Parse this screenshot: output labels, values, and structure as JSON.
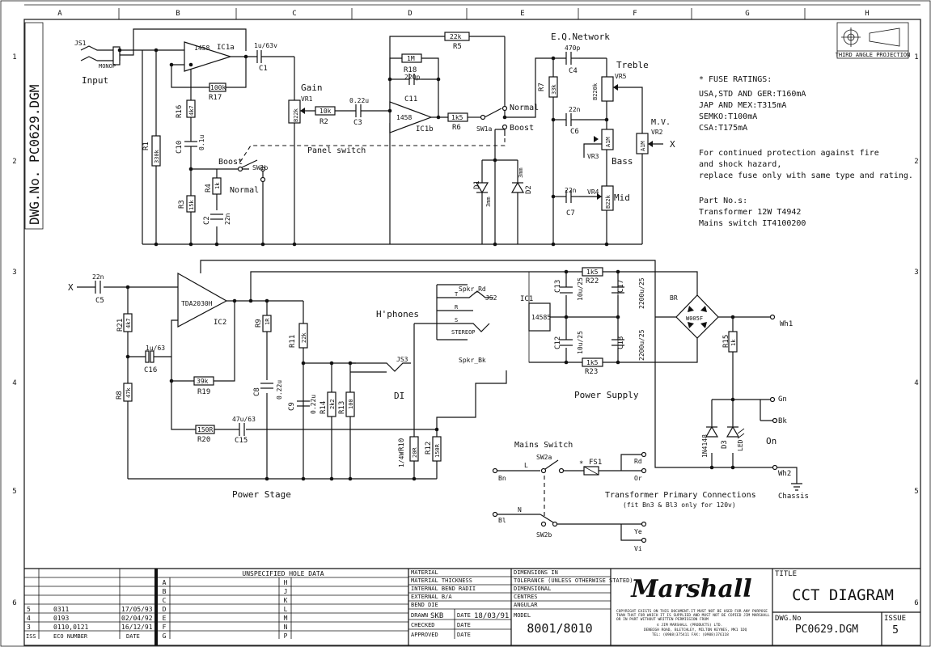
{
  "border": {
    "cols": [
      "A",
      "B",
      "C",
      "D",
      "E",
      "F",
      "G",
      "H"
    ],
    "rows": [
      "1",
      "2",
      "3",
      "4",
      "5",
      "6"
    ]
  },
  "dwg_side": "DWG.No.  PC0629.DGM",
  "projection_label": "THIRD ANGLE PROJECTION",
  "sections": {
    "input": "Input",
    "mono": "MONOP",
    "gain": "Gain",
    "panel_switch": "Panel switch",
    "boost": "Boost",
    "normal": "Normal",
    "eq_network": "E.Q.Network",
    "treble": "Treble",
    "bass": "Bass",
    "mid": "Mid",
    "mv": "M.V.",
    "hphones": "H'phones",
    "di": "DI",
    "power_stage": "Power Stage",
    "power_supply": "Power Supply",
    "mains_switch": "Mains Switch",
    "chassis": "Chassis",
    "on": "On",
    "transformer_title": "Transformer Primary Connections",
    "transformer_note": "(fit Bn3 & Bl3 only for 120v)"
  },
  "components": {
    "JS1": "JS1",
    "JS2": "JS2",
    "JS3": "JS3",
    "IC1a": "IC1a",
    "IC1b": "IC1b",
    "IC1": "IC1",
    "IC2": "IC2",
    "ic_1458": "1458",
    "ic_14585": "14585",
    "ic_tda": "TDA2030H",
    "C1": "C1",
    "C1v": "1u/63v",
    "R17": "R17",
    "R17v": "100k",
    "R16": "R16",
    "R16v": "4k7",
    "C10": "C10",
    "C10v": "0.1u",
    "R1": "R1",
    "R1v": "330k",
    "R3": "R3",
    "R3v": "15k",
    "R4": "R4",
    "R4v": "1k",
    "C2": "C2",
    "C2v": "22n",
    "SW1b": "SW1b",
    "SW1a": "SW1a",
    "VR1": "VR1",
    "VR1v": "B22k",
    "R2": "R2",
    "R2v": "10k",
    "C3": "C3",
    "C3v": "0.22u",
    "R5": "R5",
    "R5v": "22k",
    "R18": "R18",
    "R18v": "1M",
    "C11": "C11",
    "C11v": "220p",
    "R6": "R6",
    "R6v": "1k5",
    "D1": "D1",
    "D2": "D2",
    "dv": "3mm",
    "C4": "C4",
    "C4v": "470p",
    "R7": "R7",
    "R7v": "33k",
    "VR5": "VR5",
    "VR5v": "B220k",
    "C6": "C6",
    "C6v": "22n",
    "VR3": "VR3",
    "VR3v": "A1M",
    "VR4": "VR4",
    "VR4v": "B22k",
    "C7": "C7",
    "C7v": "22n",
    "VR2": "VR2",
    "VR2v": "A1M",
    "X": "X",
    "C5": "C5",
    "C5v": "22n",
    "R21": "R21",
    "R21v": "4k7",
    "C16": "C16",
    "C16v": "1u/63",
    "R8": "R8",
    "R8v": "47k",
    "R19": "R19",
    "R19v": "39k",
    "R20": "R20",
    "R20v": "150R",
    "C15": "C15",
    "C15v": "47u/63",
    "R9": "R9",
    "R9v": "1R",
    "C8": "C8",
    "C8v": "0.22u",
    "R11": "R11",
    "R11v": "22k",
    "C9": "C9",
    "C9v": "0.22u",
    "R14": "R14",
    "R14v": "2k2",
    "R13": "R13",
    "R13v": "100",
    "R10": "R10",
    "R10v": "20R",
    "R10p": "1/4W",
    "R12": "R12",
    "R12v": "150R",
    "spkr_rd": "Spkr_Rd",
    "spkr_bk": "Spkr_Bk",
    "stereo": "STEREOP",
    "pin_t": "T",
    "pin_r": "R",
    "pin_s": "S",
    "C13": "C13",
    "C13v": "10u/25",
    "C12": "C12",
    "C12v": "10u/25",
    "R22": "R22",
    "R22v": "1k5",
    "R23": "R23",
    "R23v": "1k5",
    "C17": "C17",
    "C17v": "2200u/25",
    "C18": "C18",
    "C18v": "2200u/25",
    "BR": "BR",
    "BRv": "W005F",
    "R15": "R15",
    "R15v": "1k",
    "D3": "D3",
    "D3v": "1N4148",
    "LED": "LED",
    "FS1": "FS1",
    "SW2a": "SW2a",
    "SW2b": "SW2b",
    "L": "L",
    "N": "N",
    "Bn": "Bn",
    "Bl": "Bl",
    "Rd": "Rd",
    "Or": "Or",
    "Ye": "Ye",
    "Vi": "Vi",
    "Wh1": "Wh1",
    "Wh2": "Wh2",
    "Gn": "Gn",
    "Bk": "Bk"
  },
  "fuse_notes": {
    "title": "* FUSE RATINGS:",
    "lines": [
      "USA,STD AND GER:T160mA",
      "JAP AND MEX:T315mA",
      "SEMKO:T100mA",
      "CSA:T175mA"
    ],
    "warn": [
      "For continued protection against fire",
      "and shock hazard,",
      "replace fuse only with same type and rating."
    ],
    "parts_title": "Part No.s:",
    "parts": [
      "Transformer 12W T4942",
      "Mains switch IT4100200"
    ]
  },
  "title_block": {
    "revisions": [
      {
        "iss": "5",
        "eco": "0311",
        "date": "17/05/93"
      },
      {
        "iss": "4",
        "eco": "0193",
        "date": "02/04/92"
      },
      {
        "iss": "3",
        "eco": "0110,0121",
        "date": "16/12/91"
      }
    ],
    "head_iss": "ISS",
    "head_eco": "ECO NUMBER",
    "head_date": "DATE",
    "hole_title": "UNSPECIFIED HOLE DATA",
    "hole_left": [
      "A",
      "B",
      "C",
      "D",
      "E",
      "F",
      "G"
    ],
    "hole_right": [
      "H",
      "J",
      "K",
      "L",
      "M",
      "N",
      "P"
    ],
    "material": [
      "MATERIAL",
      "MATERIAL THICKNESS",
      "INTERNAL BEND RADII",
      "EXTERNAL B/A",
      "BEND DIE"
    ],
    "drawn_label": "DRAWN",
    "drawn_by": "SKB",
    "drawn_date_label": "DATE",
    "drawn_date": "18/03/91",
    "checked_label": "CHECKED",
    "checked_date_label": "DATE",
    "approved_label": "APPROVED",
    "approved_date_label": "DATE",
    "dims": [
      "DIMENSIONS IN",
      "TOLERANCE (UNLESS OTHERWISE STATED)",
      "DIMENSIONAL",
      "CENTRES",
      "ANGULAR"
    ],
    "model_label": "MODEL",
    "model": "8001/8010",
    "brand": "Marshall",
    "copyright": [
      "COPYRIGHT EXISTS ON THIS DOCUMENT.IT MUST NOT BE USED FOR ANY PURPOSE",
      "THAN THAT FOR WHICH IT IS SUPPLIED AND MUST NOT BE COPIED  JIM MARSHALL",
      "OR IN PART WITHOUT WRITTEN PERMISSION FROM",
      "© JIM MARSHALL (PRODUCTS) LTD.",
      "DENBIGH ROAD, BLETCHLEY, MILTON KEYNES, MK1 1DQ",
      "TEL: (0908)375411 FAX: (0908)376118"
    ],
    "title_label": "TITLE",
    "title": "CCT DIAGRAM",
    "dwg_label": "DWG.No",
    "dwg": "PC0629.DGM",
    "issue_label": "ISSUE",
    "issue": "5"
  }
}
